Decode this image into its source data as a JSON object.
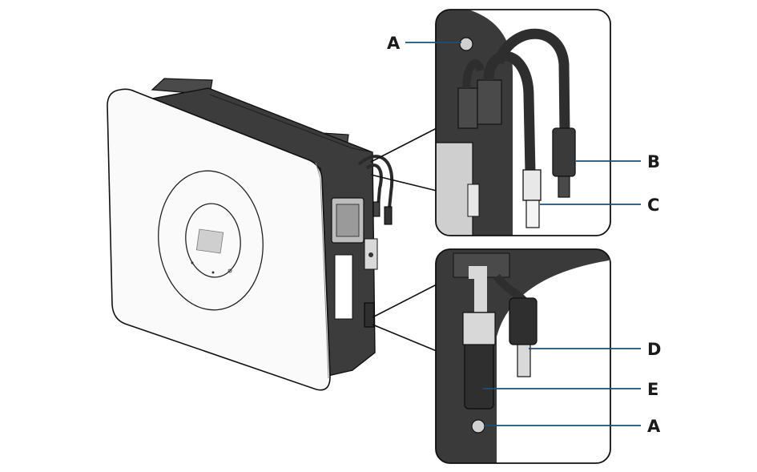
{
  "callouts": {
    "a_top": "A",
    "b": "B",
    "c": "C",
    "d": "D",
    "e": "E",
    "a_bottom": "A"
  },
  "colors": {
    "housing_dark": "#3c3c3c",
    "housing_mid": "#5a5a5a",
    "cover_white": "#fafafa",
    "leader_blue": "#1f4e79",
    "outline": "#1a1a1a"
  },
  "icons": {
    "device": "inverter-device-drawing",
    "detail_top": "connection-detail-top",
    "detail_bottom": "connection-detail-bottom"
  }
}
